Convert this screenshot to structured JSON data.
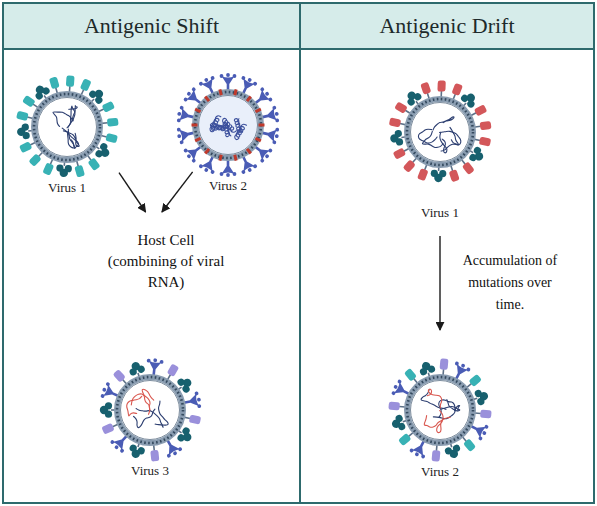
{
  "diagram": {
    "nodes": [
      {
        "text": [
          "Antigenic Shift"
        ]
      },
      {
        "text": [
          "Antigenic Drift"
        ]
      },
      {
        "text": [
          "Virus 1"
        ],
        "in": 0
      },
      {
        "text": [
          "Virus 2"
        ],
        "in": 0
      },
      {
        "text": [
          "Host Cell",
          "(combining of viral RNA)"
        ],
        "in": 0
      },
      {
        "text": [
          "Virus 3"
        ],
        "in": 0
      },
      {
        "text": [
          "Virus 1"
        ],
        "in": 1
      },
      {
        "text": [
          "Virus 2"
        ],
        "in": 1
      }
    ],
    "edges": [
      {
        "from": 2,
        "to": 4,
        "arrow": "to"
      },
      {
        "from": 3,
        "to": 4,
        "arrow": "to"
      },
      {
        "from": 6,
        "to": 7,
        "label": "Accumulation of mutations over time.",
        "arrow": "to"
      }
    ]
  }
}
